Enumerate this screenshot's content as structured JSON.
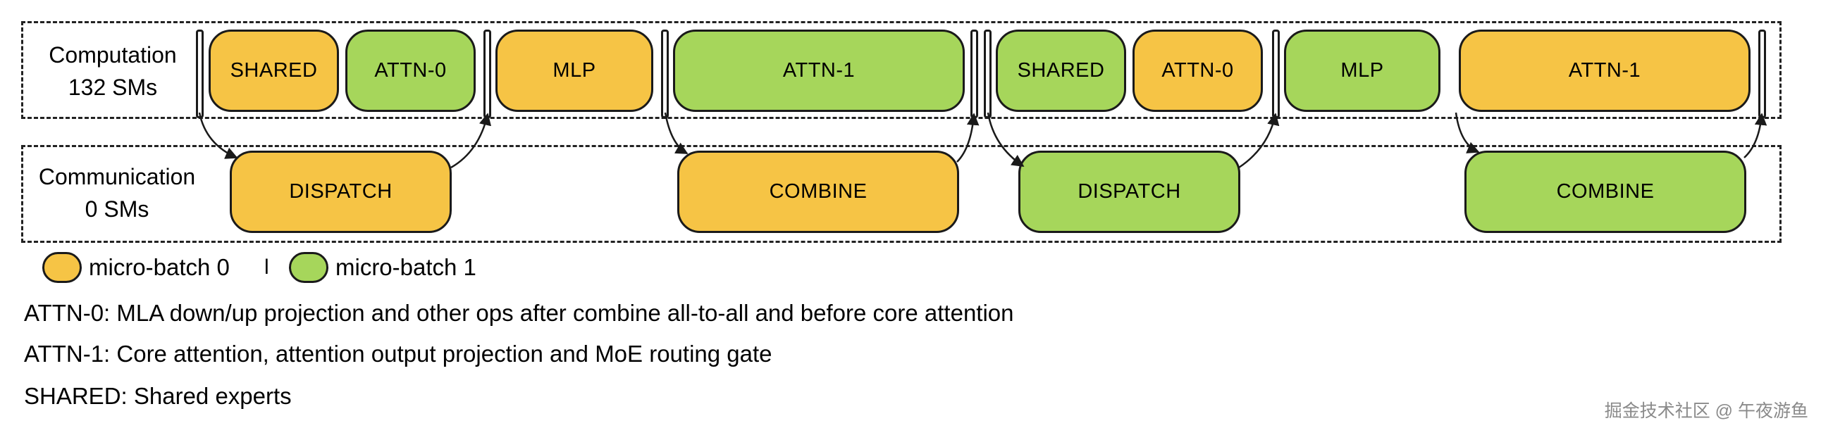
{
  "lanes": {
    "computation": {
      "title": "Computation",
      "sub": "132 SMs"
    },
    "communication": {
      "title": "Communication",
      "sub": "0 SMs"
    }
  },
  "blocks": {
    "comp_shared_a": "SHARED",
    "comp_attn0_a": "ATTN-0",
    "comp_mlp_a": "MLP",
    "comp_attn1_a": "ATTN-1",
    "comp_shared_b": "SHARED",
    "comp_attn0_b": "ATTN-0",
    "comp_mlp_b": "MLP",
    "comp_attn1_b": "ATTN-1",
    "comm_dispatch_a": "DISPATCH",
    "comm_combine_a": "COMBINE",
    "comm_dispatch_b": "DISPATCH",
    "comm_combine_b": "COMBINE"
  },
  "legend": {
    "mb0": "micro-batch 0",
    "separator": "l",
    "mb1": "micro-batch 1"
  },
  "colors": {
    "micro_batch_0": "#f6c445",
    "micro_batch_1": "#a6d65b"
  },
  "notes": [
    "ATTN-0: MLA down/up projection and other ops after combine all-to-all and before core attention",
    "ATTN-1: Core attention, attention output projection and MoE routing gate",
    "SHARED: Shared experts"
  ],
  "watermark": "掘金技术社区 @ 午夜游鱼"
}
